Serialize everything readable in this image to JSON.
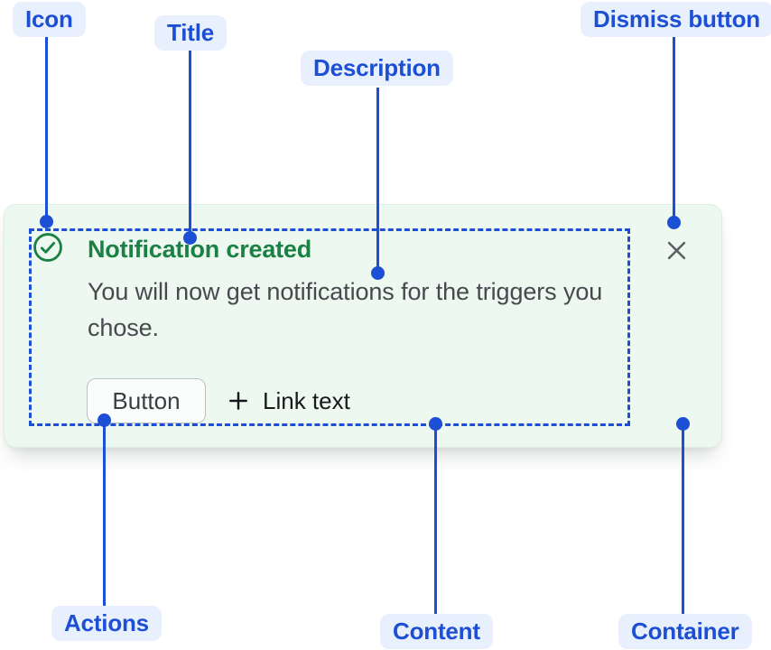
{
  "annotations": {
    "pill_bg": "#E8F0FE",
    "pill_text_color": "#1C4FD3",
    "connector_color": "#1C4FD3",
    "labels": {
      "icon": "Icon",
      "title": "Title",
      "description": "Description",
      "dismiss": "Dismiss button",
      "actions": "Actions",
      "content": "Content",
      "container": "Container"
    }
  },
  "toast": {
    "container_bg": "#EDF8F1",
    "success_green": "#1B8043",
    "text_color": "#46494D",
    "title": "Notification created",
    "description": "You will now get notifications for the triggers you chose.",
    "button_label": "Button",
    "link_label": "Link text",
    "icons": {
      "status": "success-check-icon",
      "link": "plus-icon",
      "dismiss": "close-icon"
    }
  }
}
